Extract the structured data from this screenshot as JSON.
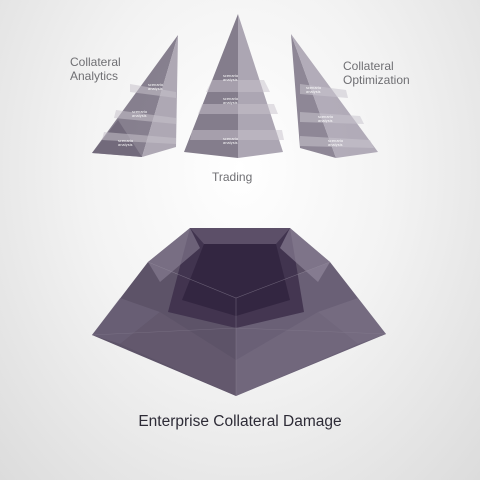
{
  "labels": {
    "left_pyramid": "Collateral Analytics",
    "center_pyramid": "Trading",
    "right_pyramid": "Collateral Optimization",
    "title": "Enterprise Collateral Damage"
  },
  "layer_text": {
    "line1": "scenario",
    "line2": "analysis"
  },
  "colors": {
    "base": "#5a5164",
    "dark": "#3a2d47",
    "light": "#9d95a4",
    "text": "#6f6f73",
    "title": "#2d2b36"
  }
}
